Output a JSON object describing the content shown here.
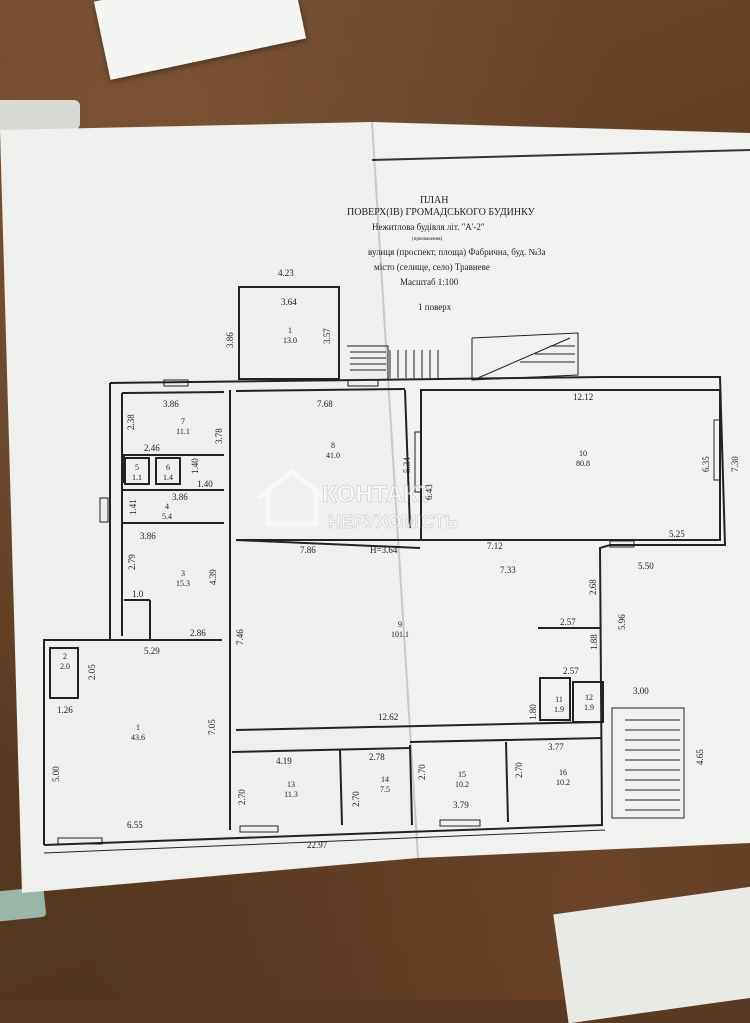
{
  "header": {
    "title": "ПЛАН",
    "subtitle": "ПОВЕРХ(ІВ) ГРОМАДСЬКОГО БУДИНКУ",
    "building": "Нежитлова будівля літ. \"А'-2\"",
    "note": "(призначення)",
    "street": "вулиця (проспект, площа)  Фабрична, буд. №3а",
    "city": "місто (селище, село) Травневе",
    "scale": "Масштаб 1:100",
    "floor": "1 поверх"
  },
  "watermark": {
    "line1": "КОНТАКТ",
    "line2": "НЕРУХОМІСТЬ"
  },
  "rooms": [
    {
      "num": "1",
      "area": "13.0"
    },
    {
      "num": "7",
      "area": "11.1"
    },
    {
      "num": "8",
      "area": "41.0"
    },
    {
      "num": "10",
      "area": "80.8"
    },
    {
      "num": "5",
      "area": "1.1"
    },
    {
      "num": "6",
      "area": "1.4"
    },
    {
      "num": "4",
      "area": "5.4"
    },
    {
      "num": "3",
      "area": "15.3"
    },
    {
      "num": "9",
      "area": "101.1"
    },
    {
      "num": "2",
      "area": "2.0"
    },
    {
      "num": "1",
      "area": "43.6"
    },
    {
      "num": "11",
      "area": "1.9"
    },
    {
      "num": "12",
      "area": "1.9"
    },
    {
      "num": "13",
      "area": "11.3"
    },
    {
      "num": "14",
      "area": "7.5"
    },
    {
      "num": "15",
      "area": "10.2"
    },
    {
      "num": "16",
      "area": "10.2"
    }
  ],
  "dimensions": [
    "4.23",
    "3.64",
    "3.86",
    "3.57",
    "3.86",
    "7.68",
    "12.12",
    "2.38",
    "3.78",
    "2.46",
    "1.40",
    "1.40",
    "5.34",
    "6.43",
    "6.35",
    "7.30",
    "1.41",
    "3.86",
    "3.86",
    "7.86",
    "Н=3.64",
    "7.12",
    "5.25",
    "2.79",
    "4.39",
    "7.33",
    "5.50",
    "2.68",
    "1.0",
    "2.86",
    "7.46",
    "5.96",
    "2.57",
    "5.29",
    "1.88",
    "2.05",
    "2.57",
    "1.26",
    "3.00",
    "1.80",
    "7.05",
    "12.62",
    "5.00",
    "4.19",
    "2.78",
    "3.77",
    "4.65",
    "2.70",
    "2.70",
    "2.70",
    "2.70",
    "6.55",
    "3.79",
    "22.97"
  ]
}
